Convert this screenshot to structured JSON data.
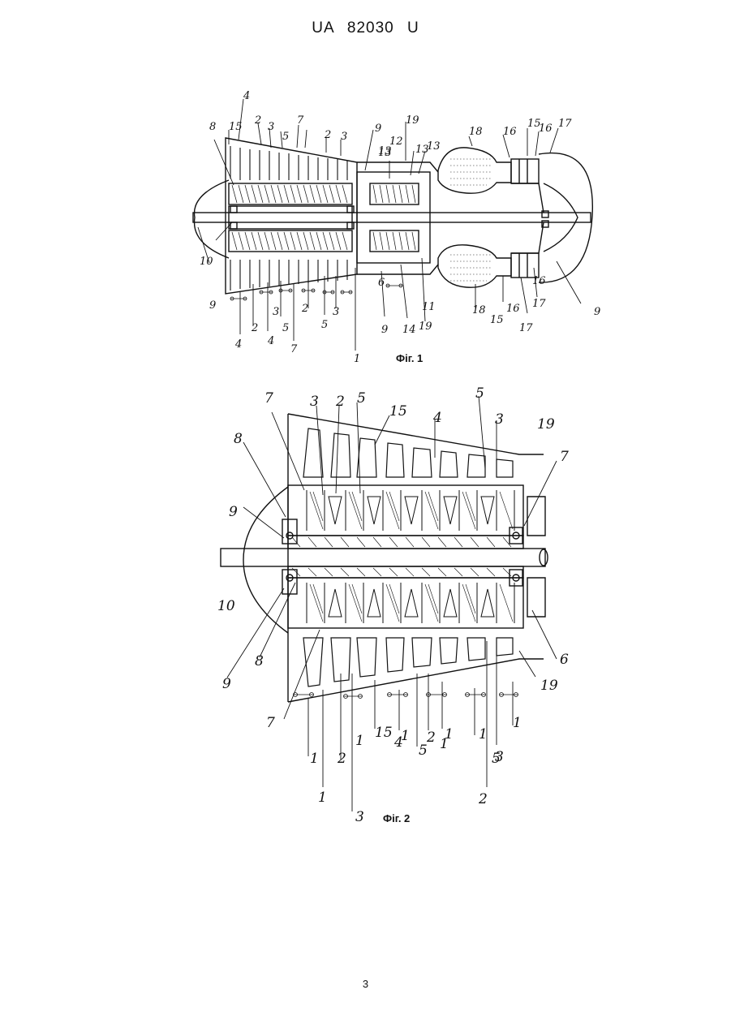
{
  "header": {
    "doc_id": "UA   82030   U"
  },
  "figure1": {
    "caption": "Фіг. 1",
    "labels": [
      "4",
      "15",
      "2",
      "3",
      "7",
      "5",
      "2",
      "3",
      "9",
      "19",
      "13",
      "12",
      "13",
      "13",
      "18",
      "16",
      "15",
      "16",
      "17",
      "8",
      "10",
      "9",
      "4",
      "2",
      "4",
      "3",
      "5",
      "2",
      "7",
      "5",
      "3",
      "1",
      "6",
      "9",
      "13",
      "14",
      "19",
      "11",
      "18",
      "15",
      "16",
      "17",
      "16",
      "17",
      "9"
    ]
  },
  "figure2": {
    "caption": "Фіг. 2",
    "labels": [
      "7",
      "3",
      "2",
      "5",
      "15",
      "4",
      "5",
      "3",
      "19",
      "8",
      "9",
      "7",
      "10",
      "9",
      "8",
      "7",
      "6",
      "19",
      "1",
      "1",
      "2",
      "1",
      "15",
      "1",
      "2",
      "1",
      "5",
      "1",
      "1",
      "3",
      "1",
      "3",
      "2",
      "4",
      "5"
    ]
  },
  "footer": {
    "page_number": "3"
  }
}
